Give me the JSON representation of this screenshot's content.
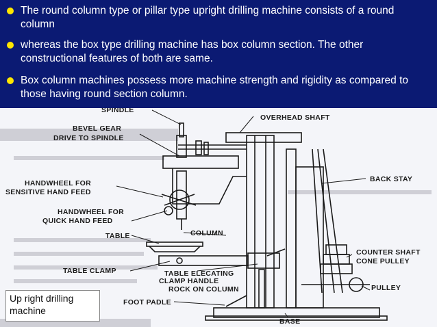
{
  "bullets": [
    "The round column type or pillar type upright drilling machine consists of a round column",
    "whereas the box type drilling machine has box column section. The other constructional features of both are same.",
    "Box column machines possess more machine strength and rigidity as compared to those having round section column."
  ],
  "labels": {
    "spindle": "SPINDLE",
    "overhead_shaft": "OVERHEAD SHAFT",
    "bevel_gear_1": "BEVEL GEAR",
    "bevel_gear_2": "DRIVE TO SPINDLE",
    "back_stay": "BACK STAY",
    "handwheel_sens_1": "HANDWHEEL FOR",
    "handwheel_sens_2": "SENSITIVE HAND FEED",
    "handwheel_quick_1": "HANDWHEEL FOR",
    "handwheel_quick_2": "QUICK HAND FEED",
    "table": "TABLE",
    "column": "COLUMN",
    "counter_shaft_1": "COUNTER SHAFT",
    "counter_shaft_2": "CONE PULLEY",
    "table_clamp": "TABLE CLAMP",
    "table_elevating_1": "TABLE ELECATING",
    "table_elevating_2": "CLAMP HANDLE",
    "rock_on_column": "ROCK ON COLUMN",
    "pulley": "PULLEY",
    "foot_padle": "FOOT PADLE",
    "base": "BASE"
  },
  "caption": {
    "line1": "Up right drilling",
    "line2": "machine"
  },
  "colors": {
    "background": "#0b1a73",
    "bullet": "#ffe600",
    "text": "#ffffff"
  }
}
